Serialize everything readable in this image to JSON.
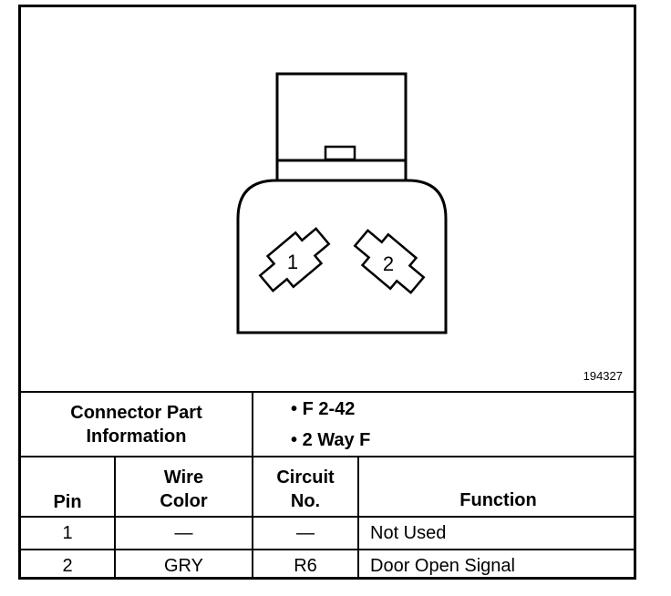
{
  "figure_id": "194327",
  "connector": {
    "cavity_labels": [
      "1",
      "2"
    ]
  },
  "part_info": {
    "label_line1": "Connector Part",
    "label_line2": "Information",
    "bullets": [
      "F 2-42",
      "2 Way F"
    ]
  },
  "table": {
    "headers": {
      "pin": "Pin",
      "wire_color_1": "Wire",
      "wire_color_2": "Color",
      "circuit_1": "Circuit",
      "circuit_2": "No.",
      "function": "Function"
    },
    "rows": [
      {
        "pin": "1",
        "wire_color": "—",
        "circuit": "—",
        "function": "Not Used"
      },
      {
        "pin": "2",
        "wire_color": "GRY",
        "circuit": "R6",
        "function": "Door Open Signal"
      }
    ]
  }
}
